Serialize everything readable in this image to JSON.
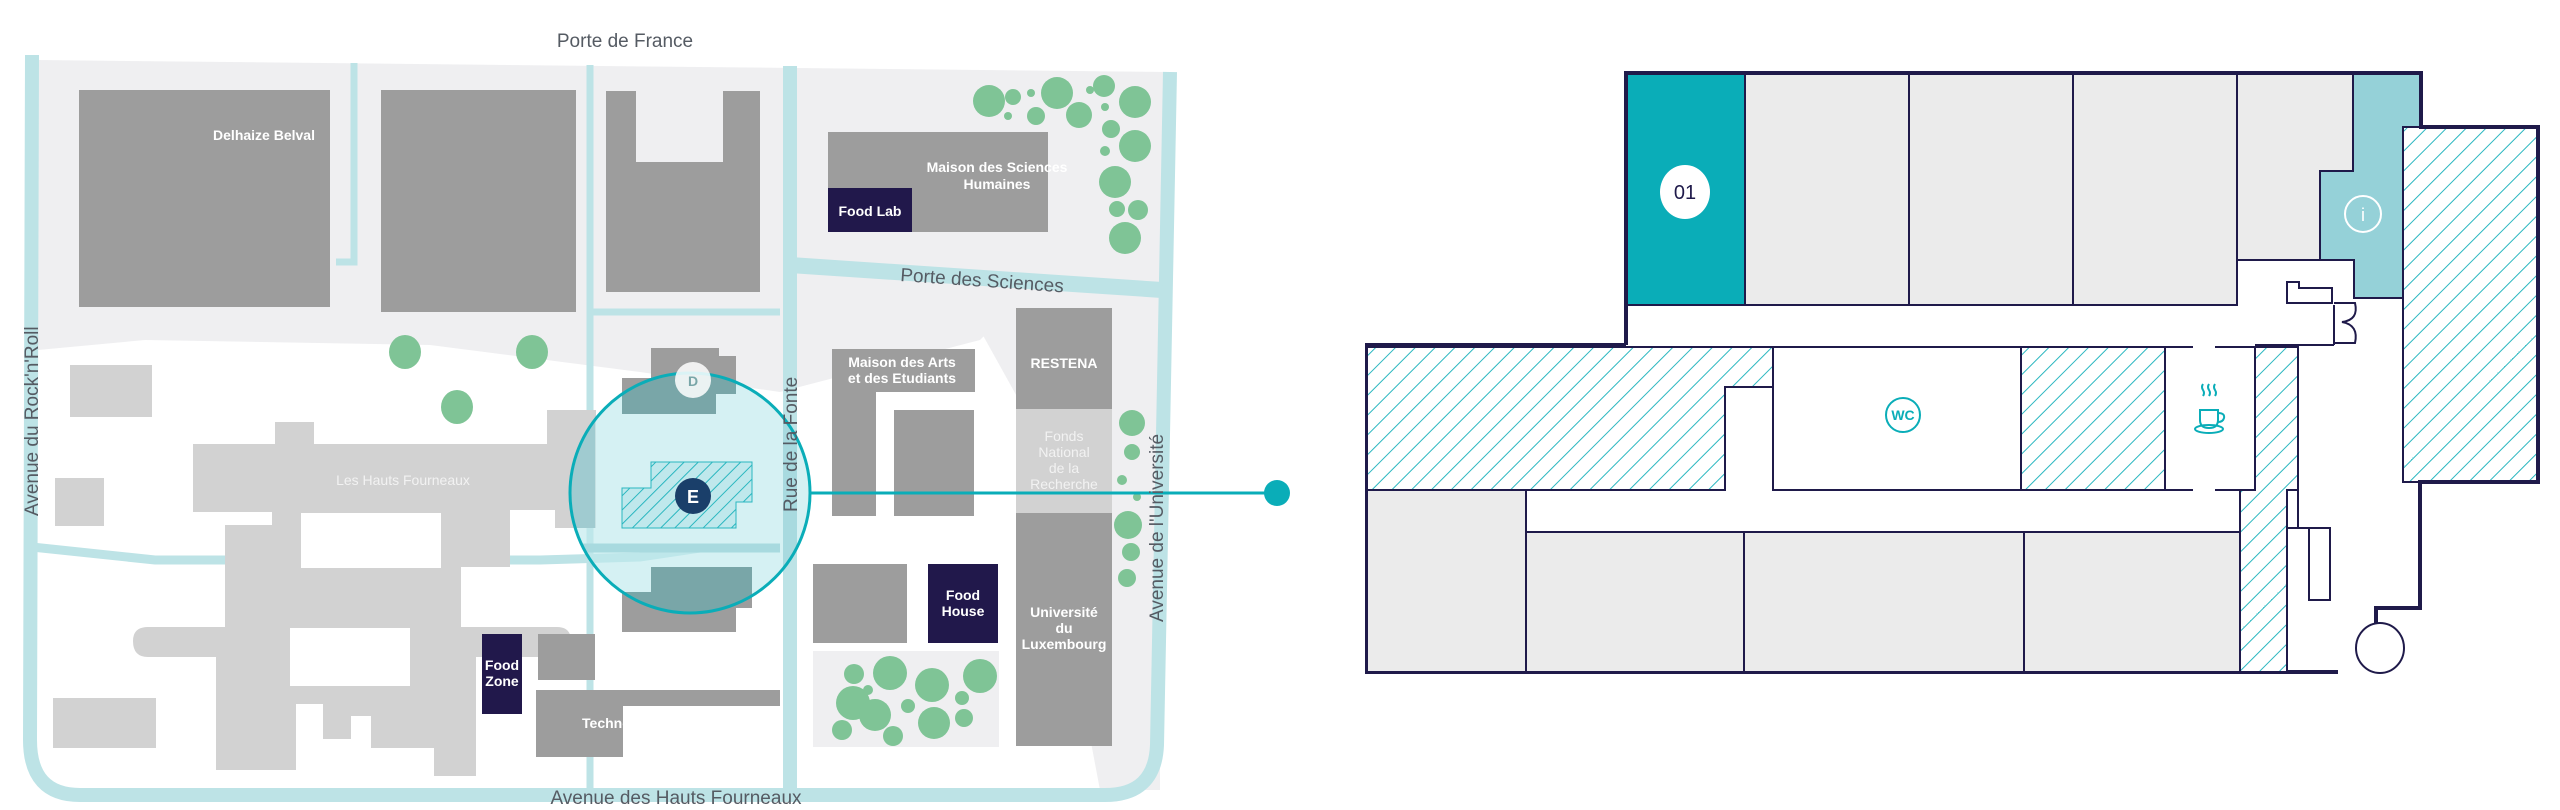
{
  "campus_map": {
    "roads": {
      "north": "Porte de France",
      "west": "Avenue du Rock'n'Roll",
      "south": "Avenue des Hauts Fourneaux",
      "middle": "Rue de la Fonte",
      "east": "Avenue de l'Université",
      "diagonal": "Porte des Sciences"
    },
    "buildings": {
      "delhaize": "Delhaize Belval",
      "msh_line1": "Maison des Sciences",
      "msh_line2": "Humaines",
      "food_lab": "Food Lab",
      "mae_line1": "Maison des Arts",
      "mae_line2": "et des Etudiants",
      "restena": "RESTENA",
      "fnr_line1": "Fonds",
      "fnr_line2": "National",
      "fnr_line3": "de la",
      "fnr_line4": "Recherche",
      "hauts_fourneaux": "Les Hauts Fourneaux",
      "food_house_line1": "Food",
      "food_house_line2": "House",
      "uni_line1": "Université",
      "uni_line2": "du",
      "uni_line3": "Luxembourg",
      "food_zone_line1": "Food",
      "food_zone_line2": "Zone",
      "technoport": "Technoport"
    },
    "markers": {
      "selected": "E",
      "neighbor": "D"
    }
  },
  "floor_plan": {
    "selected_room": "01",
    "info_icon": "i",
    "wc_label": "WC",
    "icons": [
      "info-icon",
      "wc-icon",
      "coffee-icon"
    ]
  },
  "colors": {
    "accent": "#0aadb8",
    "navy": "#1f1a4a",
    "road": "#bde3e6",
    "building_dark": "#9d9d9d",
    "building_light": "#d2d2d2",
    "tree": "#7fc496",
    "room": "#ebebeb",
    "info_room": "#95d1d8"
  }
}
